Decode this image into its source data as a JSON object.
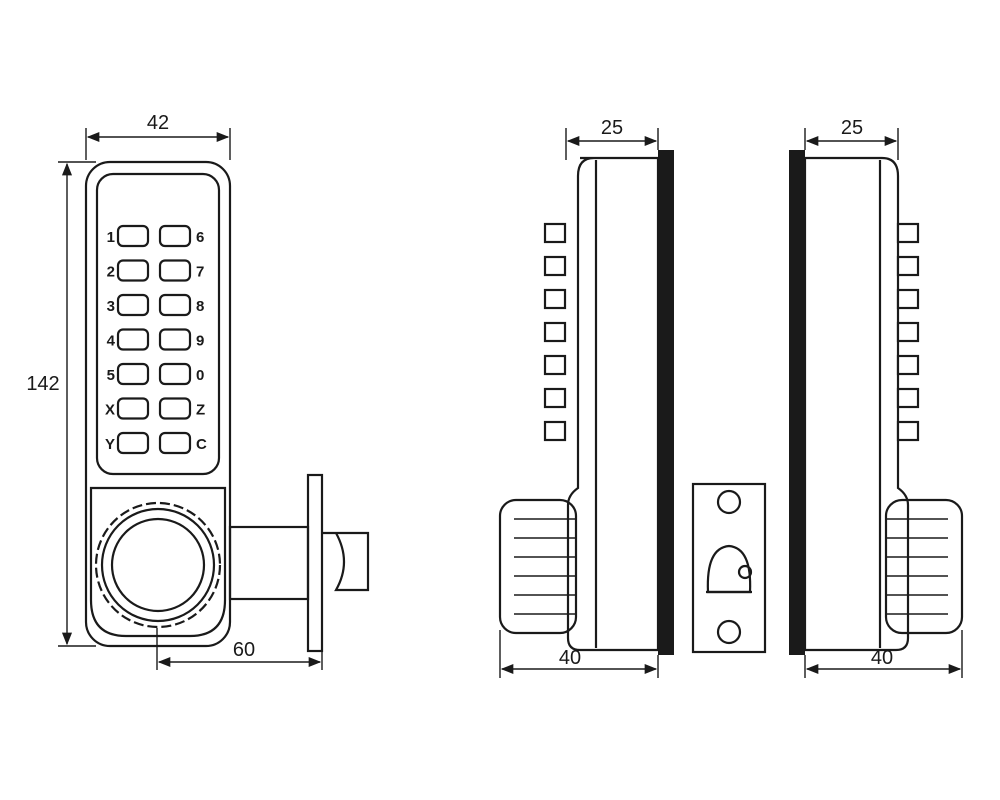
{
  "dimensions": {
    "front_width": "42",
    "front_height": "142",
    "spindle_length": "60",
    "side_left_width": "25",
    "side_left_depth": "40",
    "side_right_width": "25",
    "side_right_depth": "40"
  },
  "keypad": {
    "left_labels": [
      "1",
      "2",
      "3",
      "4",
      "5",
      "X",
      "Y"
    ],
    "right_labels": [
      "6",
      "7",
      "8",
      "9",
      "0",
      "Z",
      "C"
    ]
  }
}
